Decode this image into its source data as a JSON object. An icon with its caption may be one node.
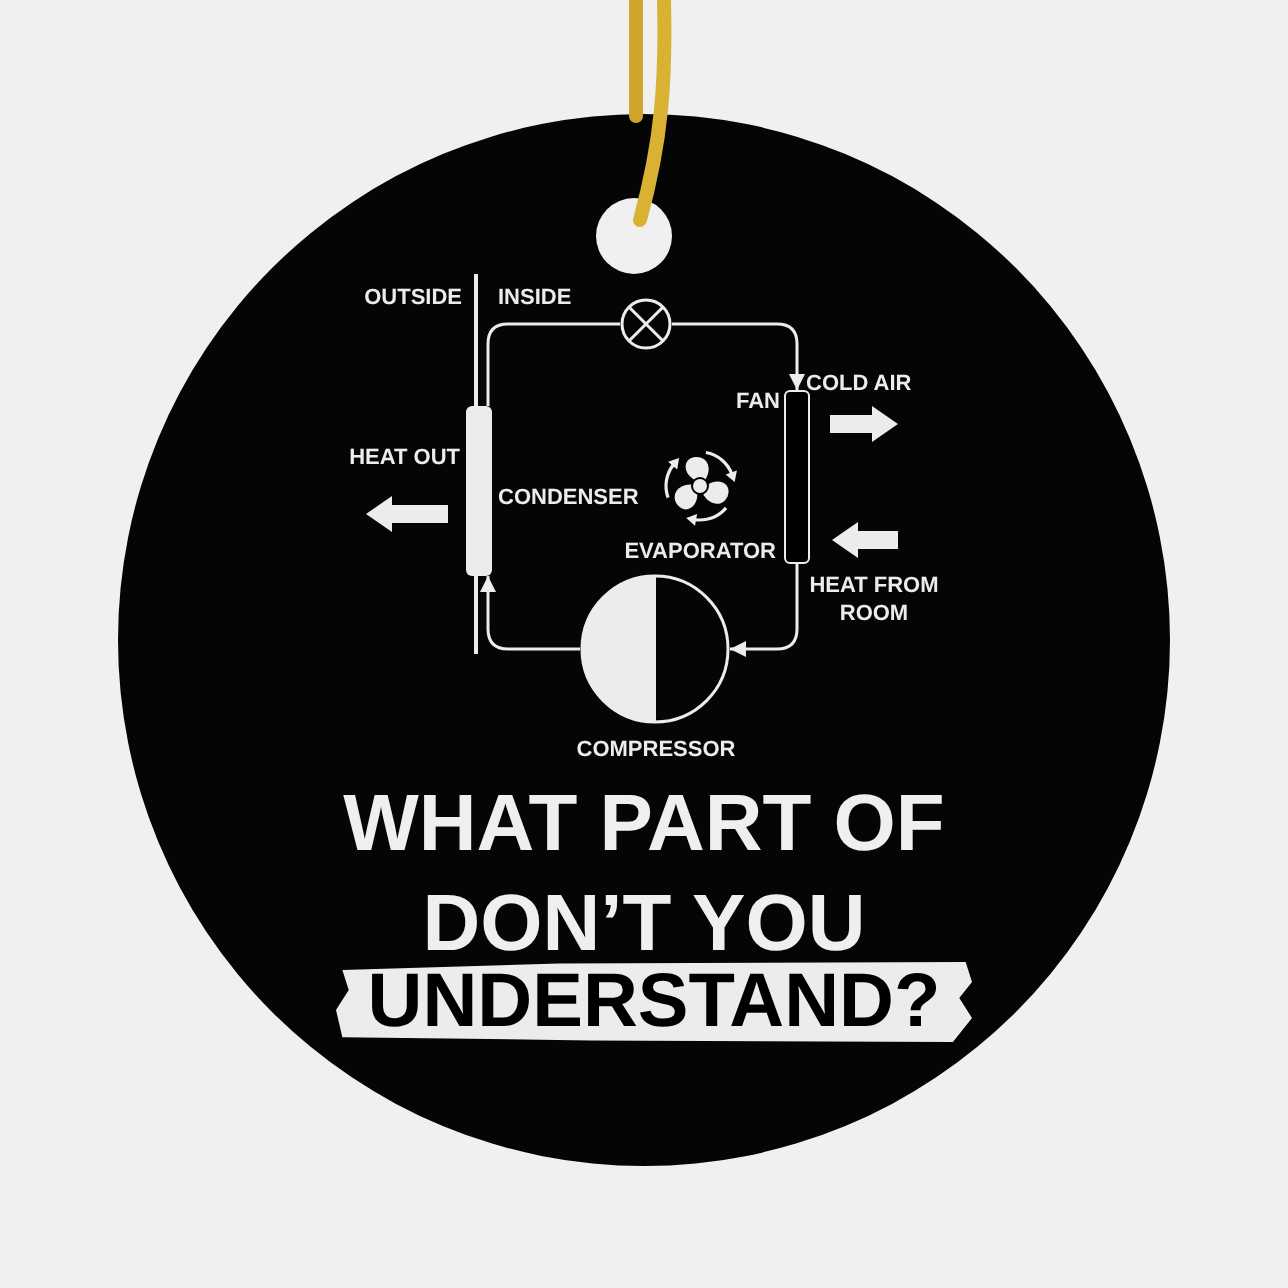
{
  "diagram": {
    "title": "WHAT PART OF DON’T YOU",
    "nodes": [
      {
        "text": [],
        "shape": "bar",
        "beside": [
          "CONDENSER"
        ]
      },
      {
        "text": [],
        "shape": "circle"
      },
      {
        "text": [],
        "shape": "bar",
        "beside": [
          "EVAPORATOR"
        ]
      },
      {
        "text": [],
        "shape": "circle",
        "beside": [
          "COMPRESSOR"
        ]
      },
      {
        "text": [
          "UNDERSTAND?"
        ]
      }
    ],
    "edges": [
      {
        "from": 0,
        "to": 1,
        "arrow": "none"
      },
      {
        "from": 1,
        "to": 2,
        "arrow": "to"
      },
      {
        "from": 2,
        "to": 3,
        "arrow": "to"
      },
      {
        "from": 3,
        "to": 0,
        "arrow": "to"
      }
    ],
    "labels": [
      "OUTSIDE",
      "INSIDE",
      "COLD AIR",
      "FAN",
      "HEAT OUT",
      "HEAT FROM ROOM"
    ]
  }
}
